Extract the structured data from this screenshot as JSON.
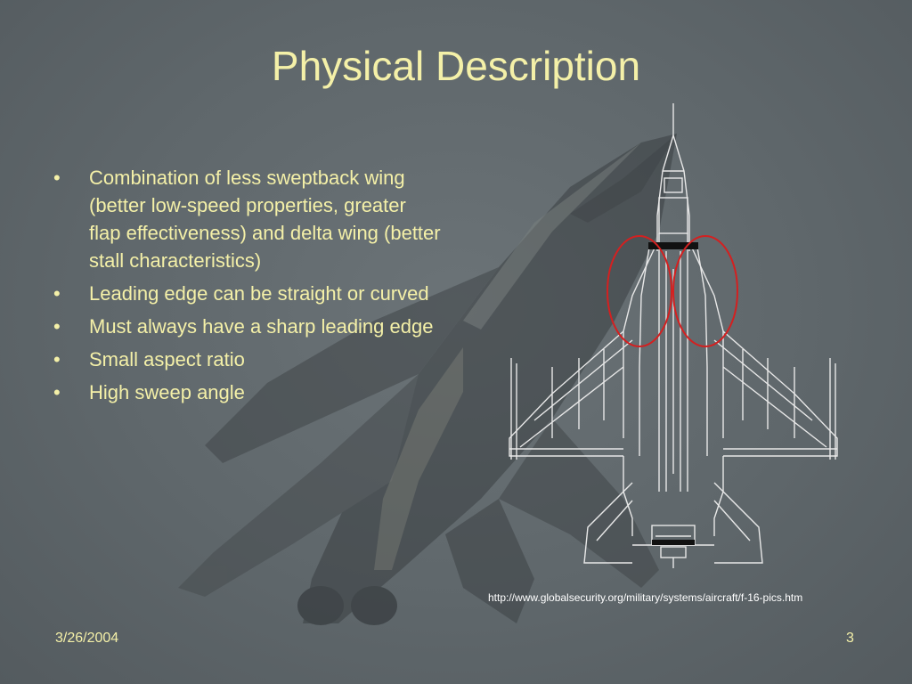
{
  "slide": {
    "title": "Physical Description",
    "bullets": [
      "Combination of less sweptback wing (better low-speed properties, greater flap effectiveness) and delta wing (better stall characteristics)",
      "Leading edge can be straight or curved",
      "Must always have a sharp leading edge",
      "Small aspect ratio",
      "High sweep angle"
    ],
    "bullet_symbol": "•",
    "image_credit": "http://www.globalsecurity.org/military/systems/aircraft/f-16-pics.htm",
    "footer_date": "3/26/2004",
    "page_number": "3"
  },
  "images": {
    "background": "fighter-jet-photo",
    "diagram": "f16-top-view-schematic"
  },
  "colors": {
    "title_text": "#f4f0a8",
    "background": "#5f676b",
    "highlight_circle": "#d42020"
  }
}
